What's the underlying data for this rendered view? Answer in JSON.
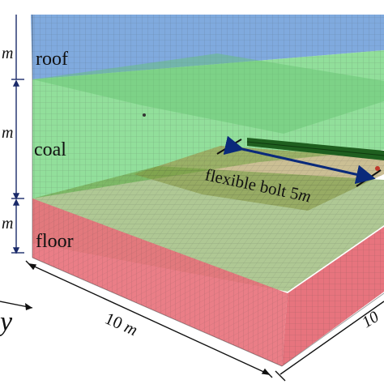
{
  "layers": {
    "roof": {
      "label": "roof",
      "thickness_label": "m",
      "color": "#6a9bd8"
    },
    "coal": {
      "label": "coal",
      "thickness_label": "m",
      "color": "#7fd98a"
    },
    "floor": {
      "label": "floor",
      "thickness_label": "m",
      "color": "#e8707a"
    }
  },
  "bolt": {
    "label": "flexible bolt 5",
    "unit": "m",
    "color": "#1f5f1f",
    "arrow_color": "#0a2a7a"
  },
  "dimensions": {
    "x_length_text": "10 ",
    "x_length_unit": "m",
    "z_length_partial": "10"
  },
  "axis": {
    "y_label": "y"
  },
  "colors": {
    "mesh_line": "rgba(60,60,60,0.28)",
    "excavation": "#a08a3c",
    "dim_line": "#1a2a6a"
  }
}
